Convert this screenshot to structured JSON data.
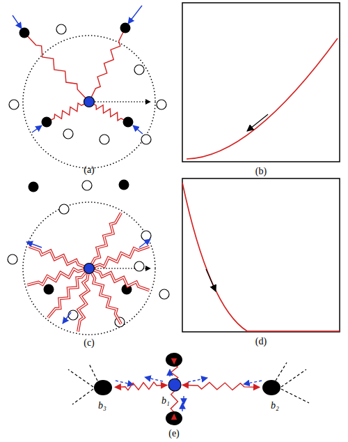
{
  "diagram": {
    "nodes": [
      {
        "text": [
          "b₃"
        ]
      },
      {
        "text": [
          "b₁"
        ]
      },
      {
        "text": [
          "b₂"
        ]
      }
    ],
    "edges": [
      {
        "from": 1,
        "to": 0,
        "arrow": "none"
      },
      {
        "from": 1,
        "to": 2,
        "arrow": "none"
      }
    ],
    "labels": [
      "(a)",
      "(b)",
      "(c)",
      "(d)",
      "(e)"
    ]
  }
}
